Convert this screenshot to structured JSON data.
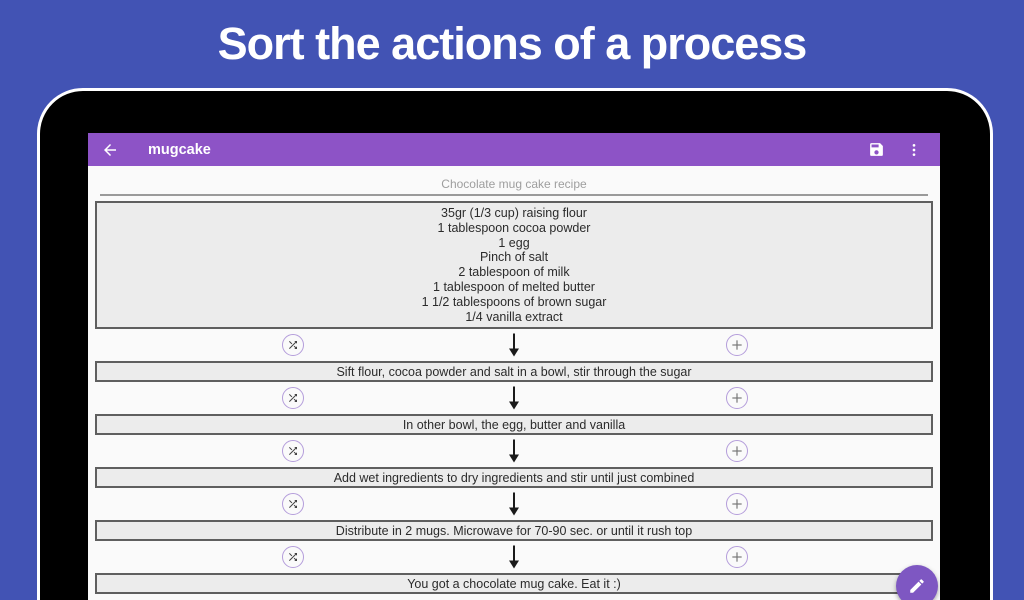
{
  "banner": {
    "title": "Sort the actions of a process"
  },
  "toolbar": {
    "title": "mugcake",
    "back_icon": "arrow-back-icon",
    "save_icon": "save-icon",
    "overflow_icon": "more-vert-icon"
  },
  "recipe": {
    "header": "Chocolate mug cake recipe",
    "ingredients": [
      "35gr (1/3 cup) raising flour",
      "1 tablespoon cocoa powder",
      "1 egg",
      "Pinch of salt",
      "2 tablespoon of milk",
      "1 tablespoon of melted butter",
      "1 1/2 tablespoons of brown sugar",
      "1/4 vanilla extract"
    ],
    "steps": [
      "Sift flour, cocoa powder and salt in a bowl, stir through the sugar",
      "In other bowl, the egg, butter and vanilla",
      "Add wet ingredients to dry ingredients and stir until just combined",
      "Distribute in 2 mugs. Microwave for 70-90 sec. or until it rush top",
      "You got a chocolate mug cake. Eat it :)"
    ]
  },
  "icons": {
    "shuffle": "shuffle-icon",
    "add": "add-icon",
    "arrow": "down-arrow-icon",
    "edit": "edit-pencil-icon"
  },
  "colors": {
    "background": "#4253b4",
    "toolbar": "#8d53c6",
    "fab": "#7e57c2",
    "icon_ring": "#b49ddb",
    "step_bg": "#ececec",
    "step_border": "#5f5f5f",
    "header_text": "#9e9e9e"
  }
}
